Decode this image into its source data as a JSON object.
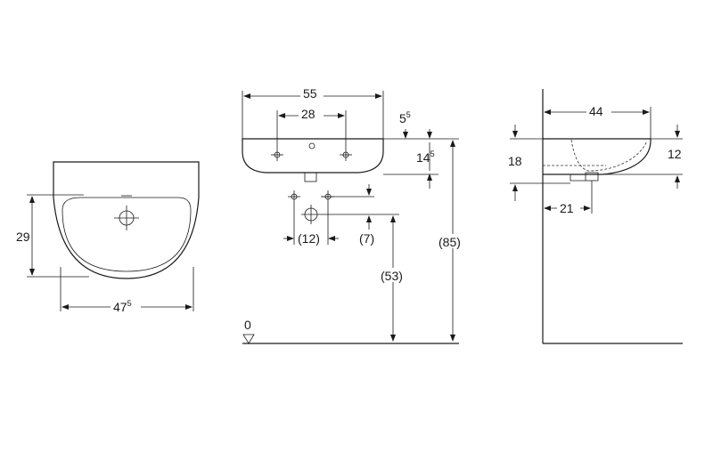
{
  "front_view": {
    "height_label": "29",
    "width_label": "47",
    "width_superscript": "5"
  },
  "side_view": {
    "overall_width": "55",
    "tap_spacing": "28",
    "rim_offset": "5",
    "rim_offset_superscript": "5",
    "bowl_depth": "14",
    "bowl_depth_superscript": "5",
    "waste_spacing": "(12)",
    "waste_drop": "(7)",
    "waste_height": "(53)",
    "rim_height": "(85)",
    "floor_level": "0"
  },
  "profile_view": {
    "projection": "44",
    "overflow_height": "18",
    "rim_depth": "12",
    "waste_offset": "21"
  }
}
